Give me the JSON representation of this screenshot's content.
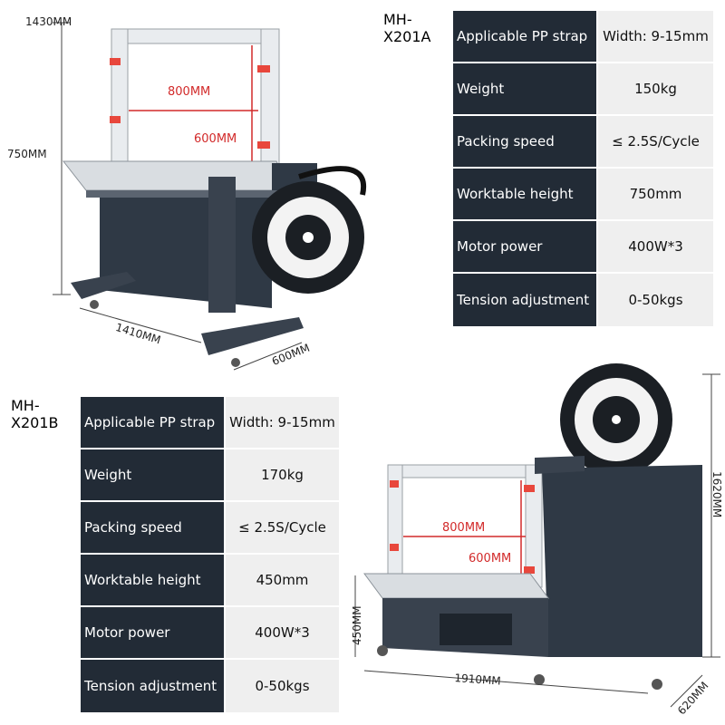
{
  "machine_a": {
    "model": "MH-\nX201A",
    "dimensions": {
      "total_height": "1430MM",
      "table_height": "750MM",
      "frame_width": "800MM",
      "frame_height": "600MM",
      "length": "1410MM",
      "depth": "600MM"
    },
    "specs": [
      {
        "label": "Applicable PP strap",
        "value": "Width: 9-15mm"
      },
      {
        "label": "Weight",
        "value": "150kg"
      },
      {
        "label": "Packing speed",
        "value": "≤ 2.5S/Cycle"
      },
      {
        "label": "Worktable height",
        "value": "750mm"
      },
      {
        "label": "Motor power",
        "value": "400W*3"
      },
      {
        "label": "Tension adjustment",
        "value": "0-50kgs"
      }
    ]
  },
  "machine_b": {
    "model": "MH-\nX201B",
    "dimensions": {
      "total_height": "1620MM",
      "table_height": "450MM",
      "frame_width": "800MM",
      "frame_height": "600MM",
      "length": "1910MM",
      "depth": "620MM"
    },
    "specs": [
      {
        "label": "Applicable PP strap",
        "value": "Width: 9-15mm"
      },
      {
        "label": "Weight",
        "value": "170kg"
      },
      {
        "label": "Packing speed",
        "value": "≤ 2.5S/Cycle"
      },
      {
        "label": "Worktable height",
        "value": "450mm"
      },
      {
        "label": "Motor power",
        "value": "400W*3"
      },
      {
        "label": "Tension adjustment",
        "value": "0-50kgs"
      }
    ]
  },
  "colors": {
    "table_dark": "#222b36",
    "table_light": "#efefef",
    "accent_red": "#d22a2a",
    "machine_body": "#2f3945"
  }
}
